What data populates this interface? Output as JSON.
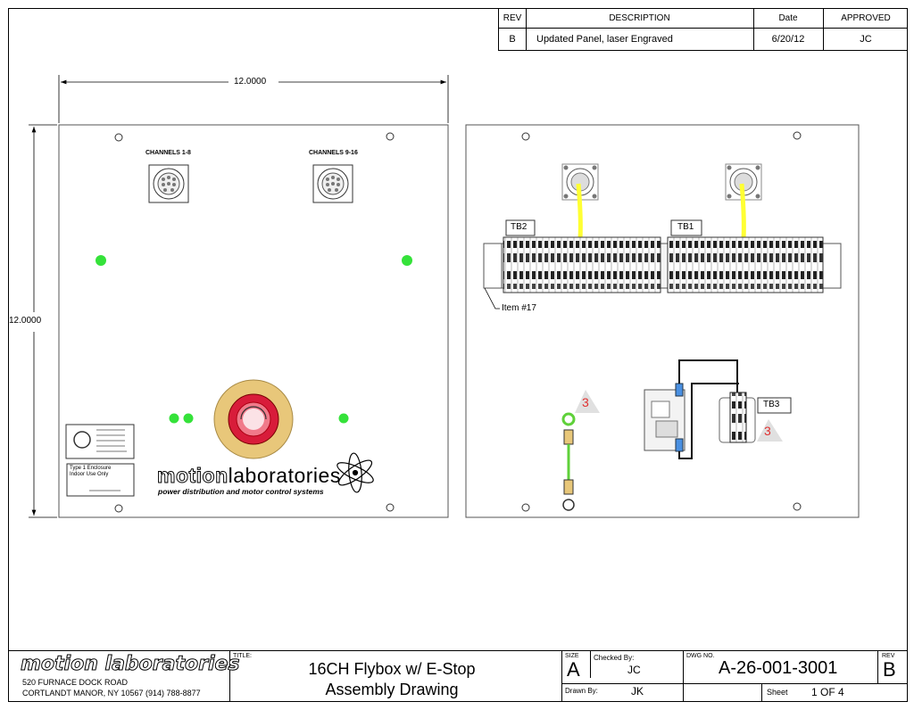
{
  "revision": {
    "headers": {
      "rev": "REV",
      "description": "DESCRIPTION",
      "date": "Date",
      "approved": "APPROVED"
    },
    "row": {
      "rev": "B",
      "description": "Updated Panel, laser Engraved",
      "date": "6/20/12",
      "approved": "JC"
    }
  },
  "drawing": {
    "dim_width": "12.0000",
    "dim_height": "12.0000",
    "front_panel": {
      "channels_1": "CHANNELS 1-8",
      "channels_2": "CHANNELS 9-16",
      "type_label_1": "Type 1 Enclosure",
      "type_label_2": "Indoor Use Only",
      "brand_left": "motion",
      "brand_right": "laboratories",
      "brand_tagline": "power distribution and motor control systems"
    },
    "rear_panel": {
      "tb1": "TB1",
      "tb2": "TB2",
      "tb3": "TB3",
      "item_callout": "Item #17",
      "flag_number": "3"
    }
  },
  "title_block": {
    "company": "motion laboratories",
    "address_1": "520 FURNACE DOCK ROAD",
    "address_2": "CORTLANDT MANOR, NY 10567  (914) 788-8877",
    "title_label": "TITLE:",
    "title_1": "16CH Flybox w/ E-Stop",
    "title_2": "Assembly Drawing",
    "size_label": "SIZE",
    "size": "A",
    "checked_label": "Checked  By:",
    "checked": "JC",
    "dwg_label": "DWG  NO.",
    "dwg_no": "A-26-001-3001",
    "rev_label": "REV",
    "rev": "B",
    "drawn_label": "Drawn  By:",
    "drawn": "JK",
    "sheet_label": "Sheet",
    "sheet": "1 OF 4"
  },
  "colors": {
    "led": "#35e23a",
    "estop_ring": "#e8c77a",
    "estop_red": "#d81c3a",
    "wire_yellow": "#ffff33",
    "wire_green": "#5fd13a",
    "flag": "#e0e0e0",
    "flag_text": "#e03030"
  }
}
